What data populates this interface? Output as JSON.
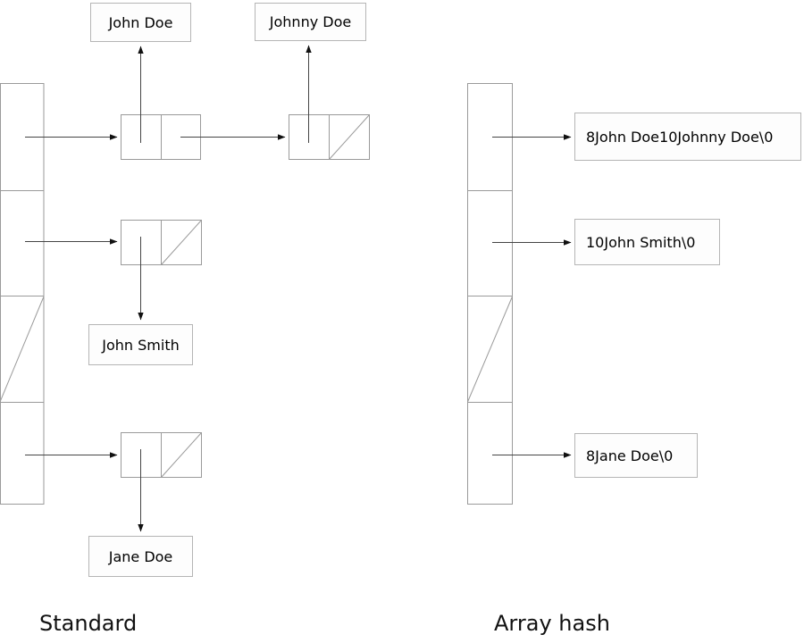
{
  "figure": {
    "title_left": "Standard",
    "title_right": "Array hash",
    "background": "#ffffff",
    "stroke": "#9a9a9a",
    "text_color": "#000000"
  },
  "left_panel": {
    "caption": "Standard",
    "bucket_array": {
      "name": "hash-bucket-array",
      "slots": [
        {
          "index": 0,
          "state": "occupied"
        },
        {
          "index": 1,
          "state": "occupied"
        },
        {
          "index": 2,
          "state": "null"
        },
        {
          "index": 3,
          "state": "occupied"
        }
      ]
    },
    "nodes": [
      {
        "id": "node-john-doe",
        "next": "node-johnny-doe",
        "value_label": "John Doe",
        "label_position": "above"
      },
      {
        "id": "node-johnny-doe",
        "next": null,
        "value_label": "Johnny Doe",
        "label_position": "above"
      },
      {
        "id": "node-john-smith",
        "next": null,
        "value_label": "John Smith",
        "label_position": "below"
      },
      {
        "id": "node-jane-doe",
        "next": null,
        "value_label": "Jane Doe",
        "label_position": "below"
      }
    ],
    "labels": {
      "john_doe": "John Doe",
      "johnny_doe": "Johnny Doe",
      "john_smith": "John Smith",
      "jane_doe": "Jane Doe"
    }
  },
  "right_panel": {
    "caption": "Array hash",
    "bucket_array": {
      "name": "array-hash-bucket-array",
      "slots": [
        {
          "index": 0,
          "state": "occupied"
        },
        {
          "index": 1,
          "state": "occupied"
        },
        {
          "index": 2,
          "state": "null"
        },
        {
          "index": 3,
          "state": "occupied"
        }
      ]
    },
    "blocks": [
      {
        "id": "block-slot-0",
        "text": "8John Doe10Johnny Doe\\0"
      },
      {
        "id": "block-slot-1",
        "text": "10John Smith\\0"
      },
      {
        "id": "block-slot-3",
        "text": "8Jane Doe\\0"
      }
    ]
  }
}
